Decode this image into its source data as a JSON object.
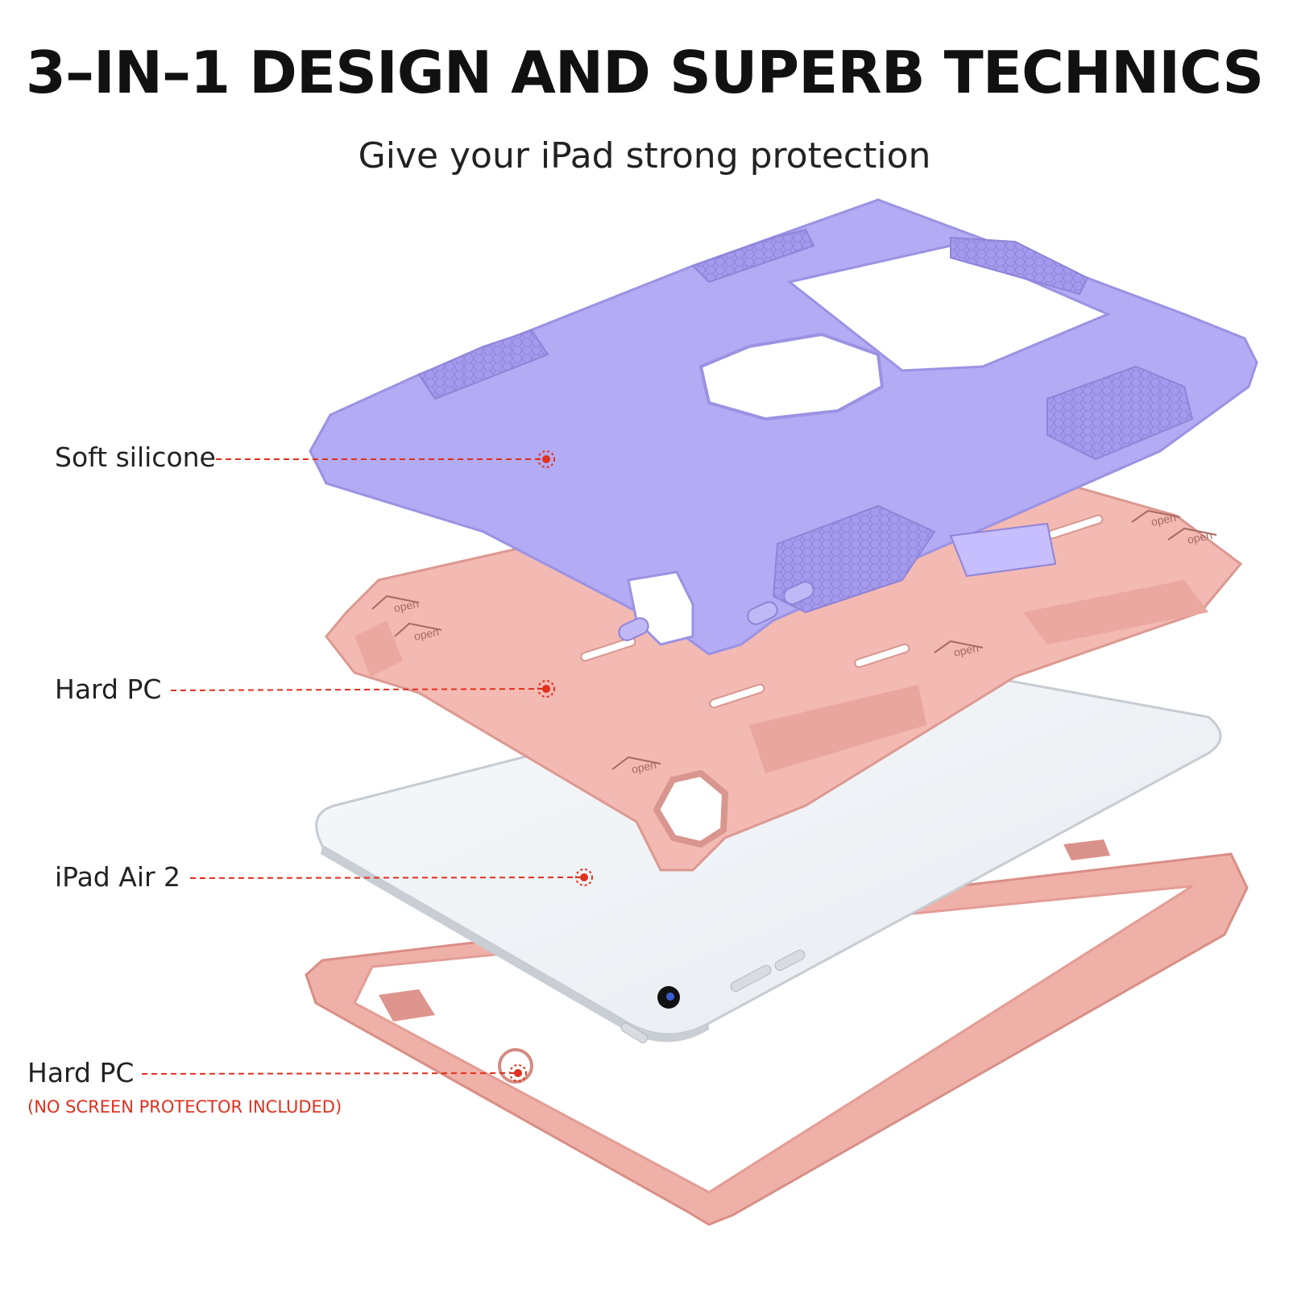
{
  "header": {
    "title": "3–IN–1 DESIGN AND SUPERB TECHNICS",
    "subtitle": "Give your iPad strong protection"
  },
  "layers": [
    {
      "label": "Soft silicone",
      "color": "#b3abf2"
    },
    {
      "label": "Hard PC",
      "color": "#f2b8b2"
    },
    {
      "label": "iPad Air 2",
      "color": "#eef2f6"
    },
    {
      "label": "Hard PC",
      "note": "(NO SCREEN PROTECTOR INCLUDED)",
      "color": "#ecaaa3"
    }
  ],
  "marks": {
    "open_text": "open"
  },
  "colors": {
    "accent": "#e0301e",
    "text": "#222222"
  }
}
